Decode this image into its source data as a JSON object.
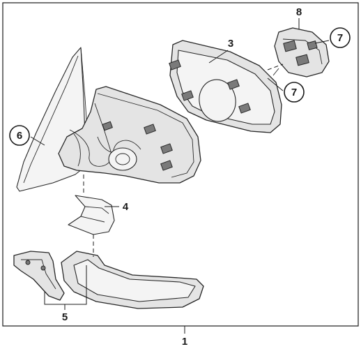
{
  "callouts": {
    "assembly": "1",
    "mirror_glass_frame": "3",
    "lower_bracket_cover": "4",
    "base_bracket": "5",
    "mirror_cap": "6",
    "glass_clip_upper": "7",
    "glass_clip_lower": "7",
    "adjustment_motor": "8"
  }
}
